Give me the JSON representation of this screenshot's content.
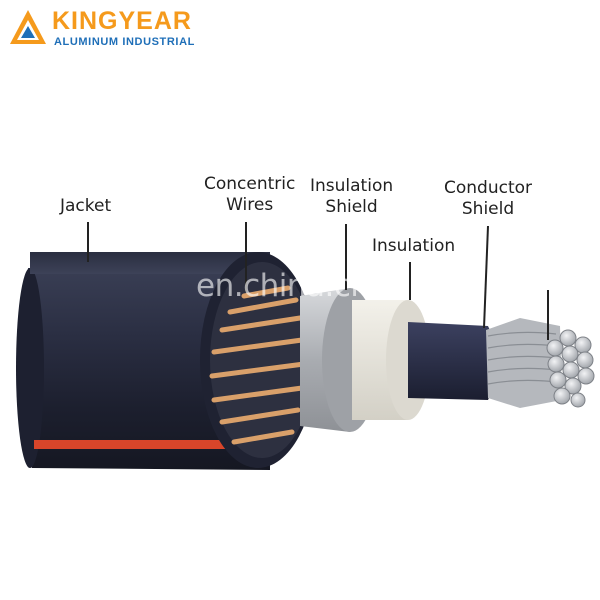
{
  "logo": {
    "brand": "KINGYEAR",
    "tagline": "ALUMINUM INDUSTRIAL"
  },
  "labels": {
    "jacket": "Jacket",
    "concentric_wires": {
      "line1": "Concentric",
      "line2": "Wires"
    },
    "insulation_shield": {
      "line1": "Insulation",
      "line2": "Shield"
    },
    "insulation": "Insulation",
    "conductor_shield": {
      "line1": "Conductor",
      "line2": "Shield"
    }
  },
  "watermark": "en.china.cn",
  "colors": {
    "brand_orange": "#f59a1c",
    "brand_blue": "#1f6fb8",
    "jacket": "#262a3c",
    "stripe": "#d8452a",
    "copper": "#d9a06a",
    "shield": "#b9bcc0",
    "insulation": "#e8e6df",
    "aluminum": "#c9ccd0"
  }
}
